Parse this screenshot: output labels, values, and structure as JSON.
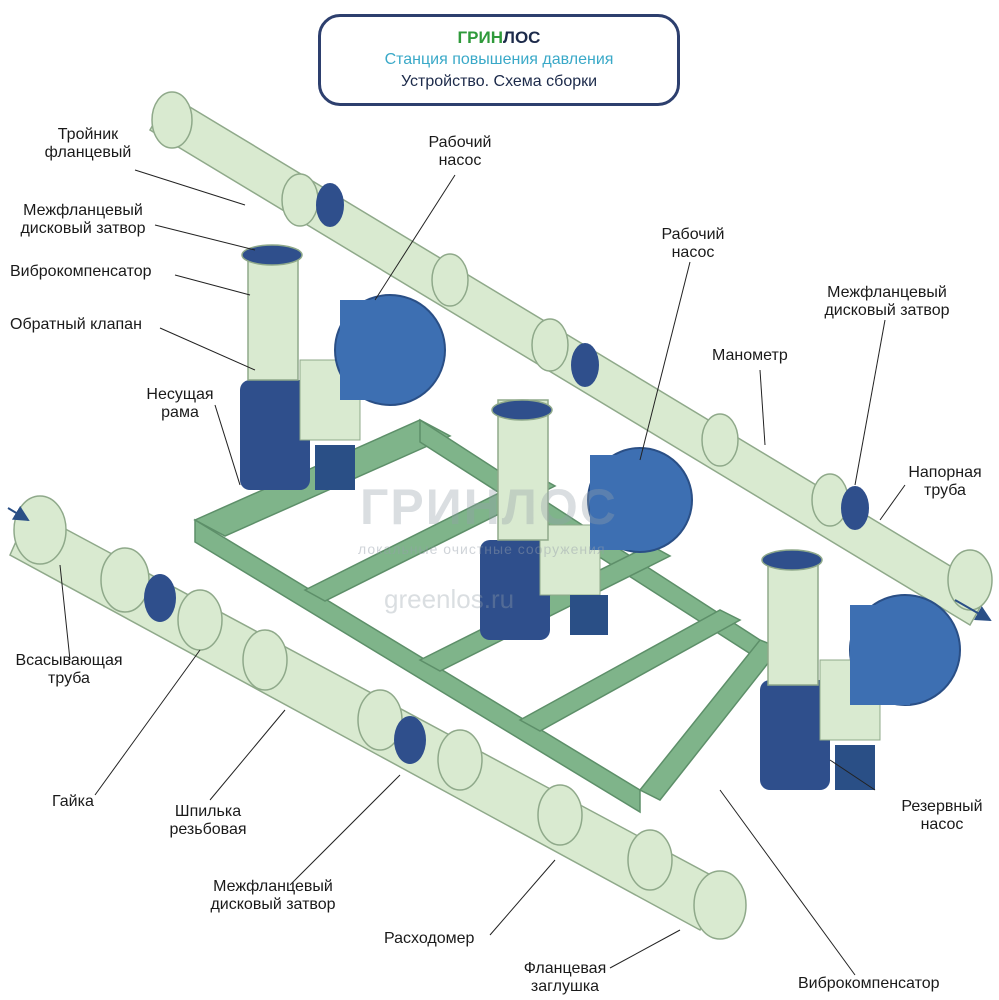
{
  "header": {
    "brand_green": "ГРИН",
    "brand_dark": "ЛОС",
    "subtitle": "Станция повышения давления",
    "caption": "Устройство. Схема сборки"
  },
  "watermark": {
    "logo": "ГРИНЛОС",
    "tagline": "локальные очистные сооружения",
    "site": "greenlos.ru"
  },
  "labels": {
    "tee_flanged": [
      "Тройник",
      "фланцевый"
    ],
    "butterfly_valve_top": [
      "Межфланцевый",
      "дисковый затвор"
    ],
    "vibro_top": [
      "Виброкомпенсатор"
    ],
    "check_valve": [
      "Обратный клапан"
    ],
    "frame": [
      "Несущая",
      "рама"
    ],
    "pump_1": [
      "Рабочий",
      "насос"
    ],
    "pump_2": [
      "Рабочий",
      "насос"
    ],
    "butterfly_valve_right": [
      "Межфланцевый",
      "дисковый затвор"
    ],
    "manometer": [
      "Манометр"
    ],
    "discharge_pipe": [
      "Напорная",
      "труба"
    ],
    "suction_pipe": [
      "Всасывающая",
      "труба"
    ],
    "nut": [
      "Гайка"
    ],
    "stud": [
      "Шпилька",
      "резьбовая"
    ],
    "butterfly_valve_bottom": [
      "Межфланцевый",
      "дисковый затвор"
    ],
    "flowmeter": [
      "Расходомер"
    ],
    "blind_flange": [
      "Фланцевая",
      "заглушка"
    ],
    "vibro_bottom": [
      "Виброкомпенсатор"
    ],
    "reserve_pump": [
      "Резервный",
      "насос"
    ]
  },
  "colors": {
    "pipe": "#d9ead0",
    "pipe_edge": "#8fa98a",
    "frame": "#7fb48a",
    "frame_dark": "#5d8f69",
    "motor": "#3d6fb2",
    "motor_dark": "#2a4f86",
    "valve": "#2f4f8c",
    "title_border": "#2d3f6e",
    "brand_green": "#2f9a3b",
    "subtitle": "#3aa9c8"
  }
}
